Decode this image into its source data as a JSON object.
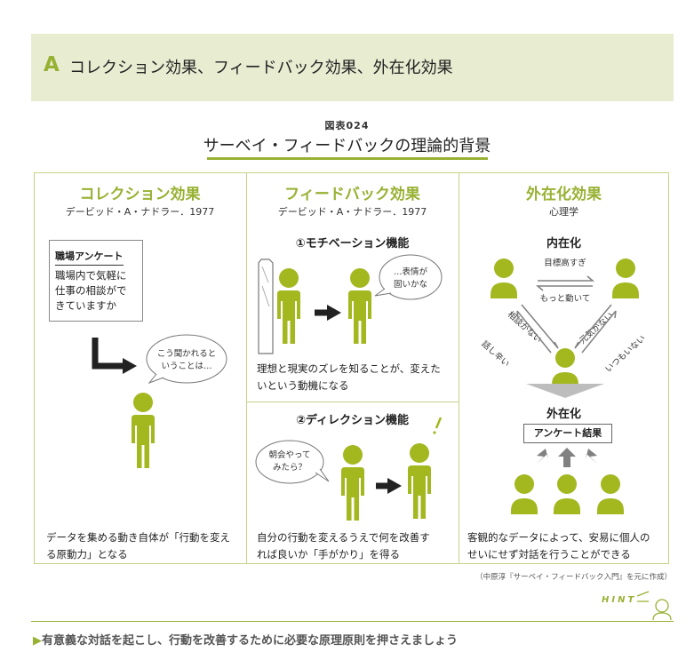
{
  "header": {
    "letter": "A",
    "title": "コレクション効果、フィードバック効果、外在化効果"
  },
  "figure": {
    "number": "図表024",
    "title": "サーベイ・フィードバックの理論的背景"
  },
  "columns": [
    {
      "heading": "コレクション効果",
      "subheading": "デービッド・A・ナドラー．1977",
      "survey_title": "職場アンケート",
      "survey_lines": [
        "職場内で気軽に",
        "仕事の相談がで",
        "きていますか"
      ],
      "bubble_lines": [
        "こう聞かれると",
        "いうことは…"
      ],
      "caption_lines": [
        "データを集める動き自体が「行動を変え",
        "る原動力」となる"
      ]
    },
    {
      "heading": "フィードバック効果",
      "subheading": "デービッド・A・ナドラー．1977",
      "sub1": "①モチベーション機能",
      "bubble1_lines": [
        "…表情が",
        "固いかな"
      ],
      "caption1_lines": [
        "理想と現実のズレを知ることが、変えた",
        "いという動機になる"
      ],
      "sub2": "②ディレクション機能",
      "bubble2_lines": [
        "朝会やって",
        "みたら？"
      ],
      "caption2_lines": [
        "自分の行動を変えるうえで何を改善す",
        "れば良いか「手がかり」を得る"
      ]
    },
    {
      "heading": "外在化効果",
      "subheading": "心理学",
      "sub1": "内在化",
      "arrow_top": "目標高すぎ",
      "arrow_bottom": "もっと動いて",
      "left_diag_a": "相談がない",
      "left_diag_b": "話し辛い",
      "right_diag_a": "元気がない",
      "right_diag_b": "いつもいない",
      "sub2": "外在化",
      "result_box": "アンケート結果",
      "caption_lines": [
        "客観的なデータによって、安易に個人の",
        "せいにせず対話を行うことができる"
      ]
    }
  ],
  "credit": "（中原淳『サーベイ・フィードバック入門』を元に作成）",
  "hint": "HINT",
  "footer": {
    "marker": "▶",
    "text": "有意義な対話を起こし、行動を改善するために必要な原理原則を押さえましょう"
  },
  "colors": {
    "accent": "#97b132",
    "figure": "#a3b71f",
    "header_bg": "#e8ecd1",
    "arrow_gray": "#808080"
  }
}
